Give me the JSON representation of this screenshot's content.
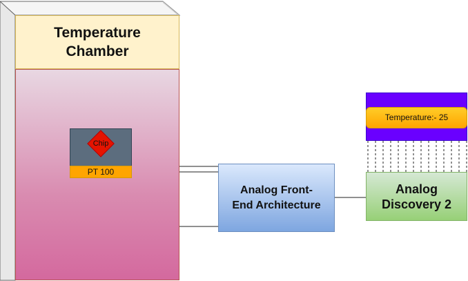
{
  "chamber": {
    "title": "Temperature\nChamber"
  },
  "chip": {
    "label": "Chip"
  },
  "sensor": {
    "label": "PT 100"
  },
  "afe": {
    "label": "Analog Front-\nEnd Architecture"
  },
  "readout": {
    "label": "Temperature:- 25"
  },
  "ad2": {
    "label": "Analog\nDiscovery 2"
  },
  "colors": {
    "chamber_header": "#fff2cc",
    "chamber_body_gradient": [
      "#e8d7e2",
      "#d4699e"
    ],
    "chip_block": "#5c6d7e",
    "chip_diamond": "#e51400",
    "sensor": "#ffa500",
    "afe_gradient": [
      "#dae8fc",
      "#7ea6e0"
    ],
    "readout_bar": "#6a00ff",
    "ad2_gradient": [
      "#d5e8d4",
      "#97d077"
    ]
  }
}
